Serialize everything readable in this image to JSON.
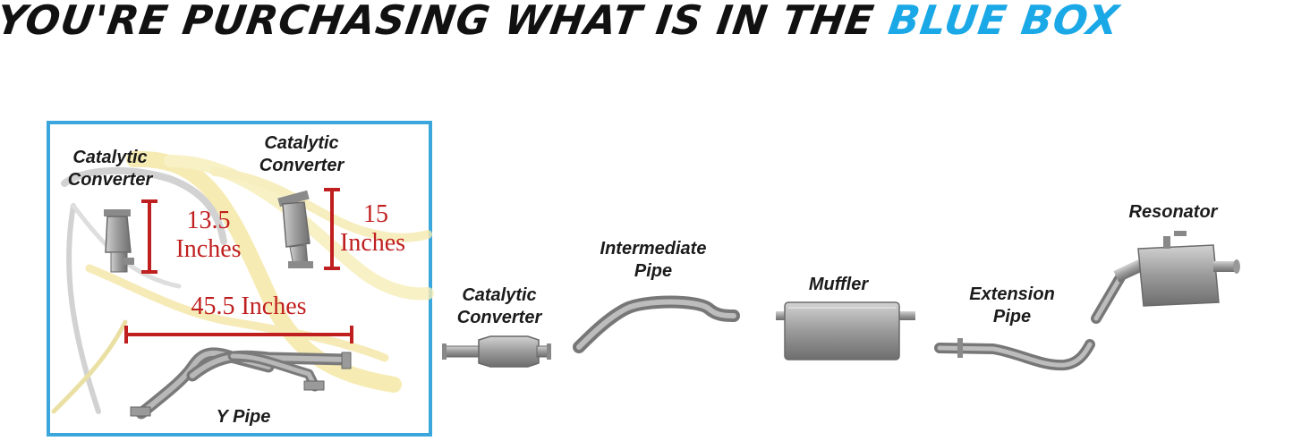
{
  "headline": {
    "prefix": "YOU'RE PURCHASING WHAT IS IN THE ",
    "highlight": "BLUE BOX"
  },
  "box_parts": {
    "cat1": {
      "line1": "Catalytic",
      "line2": "Converter",
      "height_value": "13.5",
      "height_unit": "Inches"
    },
    "cat2": {
      "line1": "Catalytic",
      "line2": "Converter",
      "height_value": "15",
      "height_unit": "Inches"
    },
    "y_pipe": {
      "label": "Y Pipe",
      "length": "45.5 Inches"
    }
  },
  "parts": {
    "catalytic_converter": {
      "line1": "Catalytic",
      "line2": "Converter"
    },
    "intermediate_pipe": {
      "line1": "Intermediate",
      "line2": "Pipe"
    },
    "muffler": {
      "label": "Muffler"
    },
    "extension_pipe": {
      "line1": "Extension",
      "line2": "Pipe"
    },
    "resonator": {
      "label": "Resonator"
    }
  },
  "colors": {
    "highlight_box": "#3aa6dc",
    "headline_accent": "#1aa8e6",
    "measurement": "#c01f1f",
    "metal": "#8e8e8e"
  }
}
